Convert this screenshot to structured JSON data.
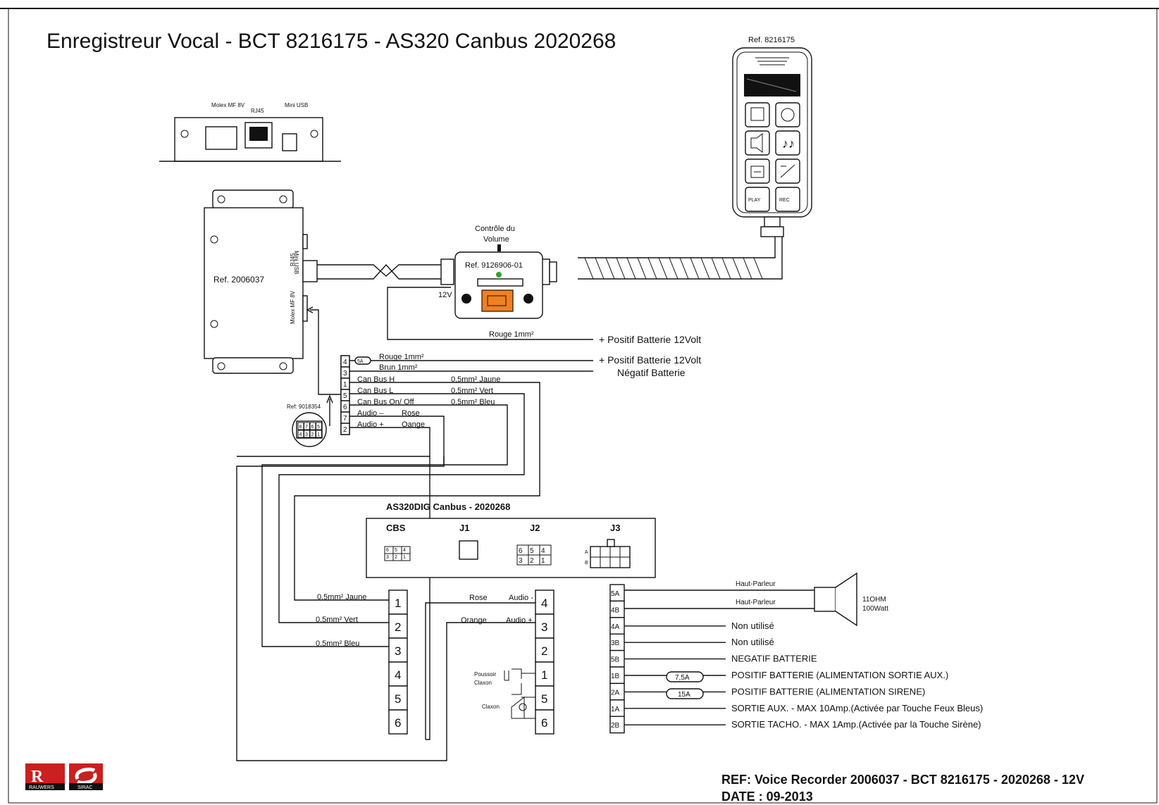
{
  "title": "Enregistreur Vocal - BCT 8216175 - AS320 Canbus 2020268",
  "remote": {
    "ref": "Ref. 8216175",
    "buttons": [
      "horn-button",
      "siren-button",
      "speaker-button",
      "music-button",
      "loop-button",
      "skip-button",
      "PLAY",
      "REC"
    ]
  },
  "recorder_face": {
    "molex": "Molex MF 8V",
    "rj45": "RJ45",
    "miniusb": "Mini USB"
  },
  "recorder_body": {
    "ref": "Ref. 2006037",
    "miniusb": "Mini USB",
    "rj45": "RJ45",
    "molex": "Molex MF 8V"
  },
  "volume": {
    "label_line1": "Contrôle du",
    "label_line2": "Volume",
    "ref": "Ref. 9126906-01",
    "v12": "12V"
  },
  "power": {
    "rouge1": "Rouge  1mm²",
    "pos1": "+ Positif Batterie 12Volt",
    "rouge2": "Rouge  1mm²",
    "brun": "Brun 1mm²",
    "pos2": "+ Positif Batterie 12Volt",
    "neg": "Négatif Batterie",
    "fuse": "5A"
  },
  "connector_ref": "Ref: 9018354",
  "connector_pins": [
    "8",
    "7",
    "6",
    "5",
    "4",
    "3",
    "2",
    "1"
  ],
  "terminal": [
    {
      "pin": "4",
      "name": "Rouge  1mm²",
      "color": ""
    },
    {
      "pin": "3",
      "name": "Brun 1mm²",
      "color": ""
    },
    {
      "pin": "1",
      "name": "Can Bus H",
      "color": "0,5mm² Jaune"
    },
    {
      "pin": "5",
      "name": "Can Bus L",
      "color": "0,5mm² Vert"
    },
    {
      "pin": "6",
      "name": "Can Bus On/ Off",
      "color": "0.5mm² Bleu"
    },
    {
      "pin": "7",
      "name": "Audio –",
      "color": "Rose"
    },
    {
      "pin": "2",
      "name": "Audio +",
      "color": "Oange"
    }
  ],
  "as320": {
    "title": "AS320DIG Canbus - 2020268",
    "cbs": "CBS",
    "j1": "J1",
    "j2": "J2",
    "j3": "J3",
    "cbs_pins": [
      "6",
      "5",
      "4",
      "3",
      "2",
      "1"
    ],
    "j2_pins": [
      "6",
      "5",
      "4",
      "3",
      "2",
      "1"
    ]
  },
  "cbs_conn": {
    "pins": [
      "1",
      "2",
      "3",
      "4",
      "5",
      "6"
    ],
    "labels": [
      "0.5mm² Jaune",
      "0.5mm² Vert",
      "0.5mm² Bleu"
    ]
  },
  "j2_conn": {
    "pins": [
      "4",
      "3",
      "2",
      "1",
      "5",
      "6"
    ],
    "rose": "Rose",
    "audio_minus": "Audio -",
    "orange": "Orange",
    "audio_plus": "Audio +",
    "poussoir1": "Poussoir",
    "poussoir2": "Claxon",
    "claxon": "Claxon"
  },
  "j3_conn": {
    "pins": [
      "5A",
      "4B",
      "4A",
      "3B",
      "5B",
      "1B",
      "2A",
      "1A",
      "2B"
    ],
    "labels": [
      "Haut-Parleur",
      "Haut-Parleur",
      "Non utilisé",
      "Non utilisé",
      "NEGATIF BATTERIE",
      "POSITIF BATTERIE (ALIMENTATION SORTIE AUX.)",
      "POSITIF BATTERIE (ALIMENTATION  SIRENE)",
      "SORTIE AUX. - MAX 10Amp.(Activée par Touche Feux Bleus)",
      "SORTIE TACHO. - MAX 1Amp.(Activée par la Touche Sirène)"
    ],
    "fuse1": "7,5A",
    "fuse2": "15A",
    "speaker1": "11OHM",
    "speaker2": "100Watt"
  },
  "footer": {
    "ref": "REF: Voice Recorder 2006037 - BCT 8216175 - 2020268 - 12V",
    "date": "DATE : 09-2013"
  },
  "logos": {
    "rauwers": "RAUWERS",
    "sirac": "SIRAC"
  },
  "colors": {
    "red": "#cc1f1f",
    "orange": "#f08020",
    "green": "#2aa52a",
    "ink": "#111111"
  }
}
